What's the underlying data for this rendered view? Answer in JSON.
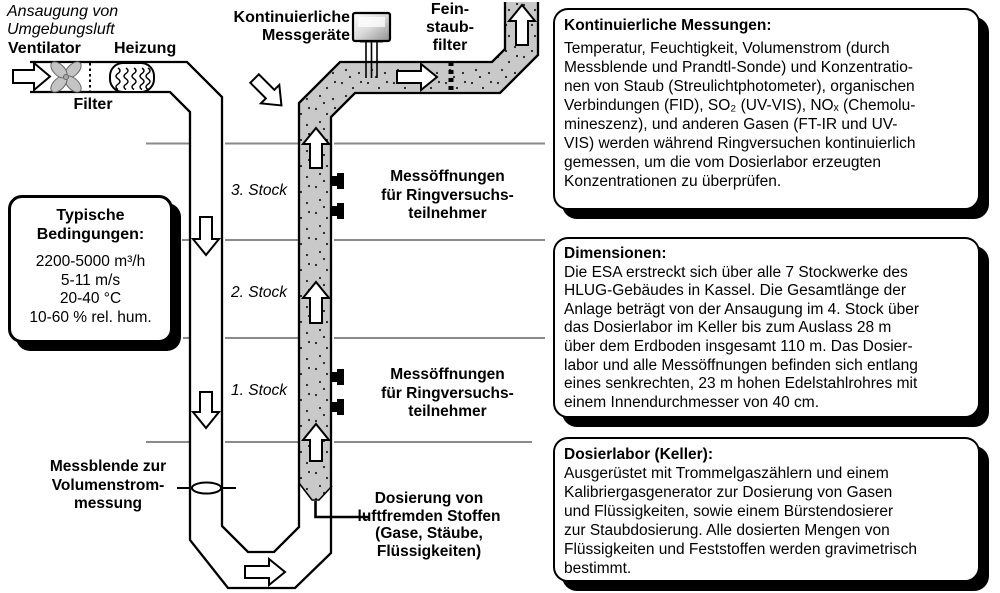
{
  "diagram": {
    "intake": {
      "title_lines": [
        "Ansaugung von",
        "Umgebungsluft"
      ],
      "fan_label": "Ventilator",
      "heater_label": "Heizung",
      "filter_label": "Filter"
    },
    "top": {
      "devices_label_lines": [
        "Kontinuierliche",
        "Messgeräte"
      ],
      "dust_filter_lines": [
        "Fein-",
        "staub-",
        "filter"
      ]
    },
    "conditions_box": {
      "title_lines": [
        "Typische",
        "Bedingungen:"
      ],
      "value_lines": [
        "2200-5000 m³/h",
        "5-11 m/s",
        "20-40 °C",
        "10-60 % rel. hum."
      ]
    },
    "floors": [
      "3. Stock",
      "2. Stock",
      "1. Stock"
    ],
    "sampling_ports_label_lines": [
      "Messöffnungen",
      "für Ringversuchs-",
      "teilnehmer"
    ],
    "orifice_label_lines": [
      "Messblende zur",
      "Volumenstrom-",
      "messung"
    ],
    "dosing_label_lines": [
      "Dosierung von",
      "luftfremden Stoffen",
      "(Gase, Stäube,",
      "Flüssigkeiten)"
    ]
  },
  "info_boxes": [
    {
      "heading": "Kontinuierliche Messungen:",
      "body_lines": [
        "Temperatur, Feuchtigkeit, Volumenstrom (durch",
        "Messblende und Prandtl-Sonde) und Konzentratio-",
        "nen von Staub (Streulichtphotometer), organischen",
        "Verbindungen (FID), SO₂ (UV-VIS), NOₓ (Chemolu-",
        "mineszenz), und anderen Gasen (FT-IR und UV-",
        "VIS) werden während Ringversuchen kontinuierlich",
        "gemessen, um die vom Dosierlabor erzeugten",
        "Konzentrationen zu überprüfen."
      ]
    },
    {
      "heading": "Dimensionen:",
      "body_lines": [
        "Die ESA erstreckt sich über alle 7 Stockwerke des",
        "HLUG-Gebäudes in Kassel. Die Gesamtlänge der",
        "Anlage beträgt von der Ansaugung im 4. Stock über",
        "das Dosierlabor im Keller bis zum Auslass 28 m",
        "über dem Erdboden insgesamt 110 m. Das Dosier-",
        "labor und alle Messöffnungen befinden sich entlang",
        "eines senkrechten, 23 m hohen Edelstahlrohres mit",
        "einem Innendurchmesser von 40 cm."
      ]
    },
    {
      "heading": "Dosierlabor (Keller):",
      "body_lines": [
        "Ausgerüstet mit Trommelgaszählern und einem",
        "Kalibriergasgenerator zur Dosierung von Gasen",
        "und Flüssigkeiten, sowie einem Bürstendosierer",
        "zur Staubdosierung. Alle dosierten Mengen von",
        "Flüssigkeiten und Feststoffen werden gravimetrisch",
        "bestimmt."
      ]
    }
  ],
  "colors": {
    "pipe_fill": "#c9c9c9",
    "floor_line": "#8a8a8a",
    "outline": "#000000"
  }
}
